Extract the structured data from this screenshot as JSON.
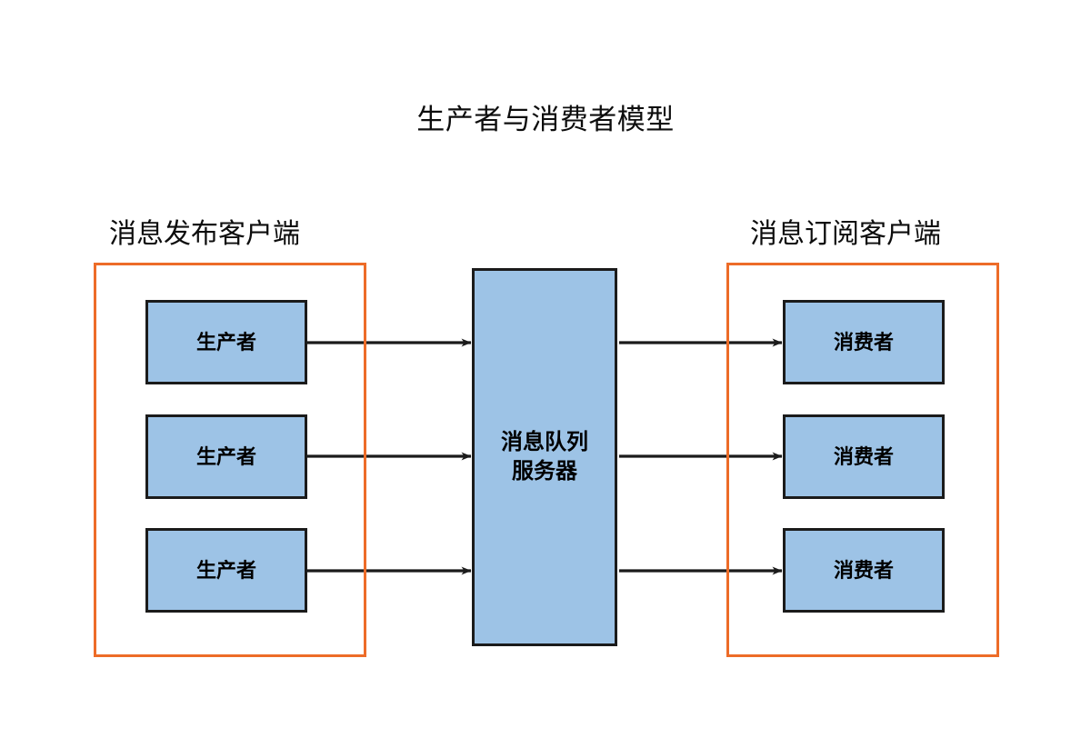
{
  "diagram": {
    "title": "生产者与消费者模型",
    "colors": {
      "node_fill": "#9DC3E6",
      "node_border": "#1B1B1B",
      "group_border": "#ED6C28",
      "arrow": "#1B1B1B",
      "background": "#FFFFFF",
      "text": "#000000"
    },
    "groups": [
      {
        "id": "publisher",
        "label": "消息发布客户端"
      },
      {
        "id": "subscriber",
        "label": "消息订阅客户端"
      }
    ],
    "producers": [
      {
        "label": "生产者"
      },
      {
        "label": "生产者"
      },
      {
        "label": "生产者"
      }
    ],
    "queue": {
      "line1": "消息队列",
      "line2": "服务器"
    },
    "consumers": [
      {
        "label": "消费者"
      },
      {
        "label": "消费者"
      },
      {
        "label": "消费者"
      }
    ],
    "arrows": [
      {
        "from": "producer-1",
        "to": "message-queue-server"
      },
      {
        "from": "producer-2",
        "to": "message-queue-server"
      },
      {
        "from": "producer-3",
        "to": "message-queue-server"
      },
      {
        "from": "message-queue-server",
        "to": "consumer-1"
      },
      {
        "from": "message-queue-server",
        "to": "consumer-2"
      },
      {
        "from": "message-queue-server",
        "to": "consumer-3"
      }
    ]
  }
}
